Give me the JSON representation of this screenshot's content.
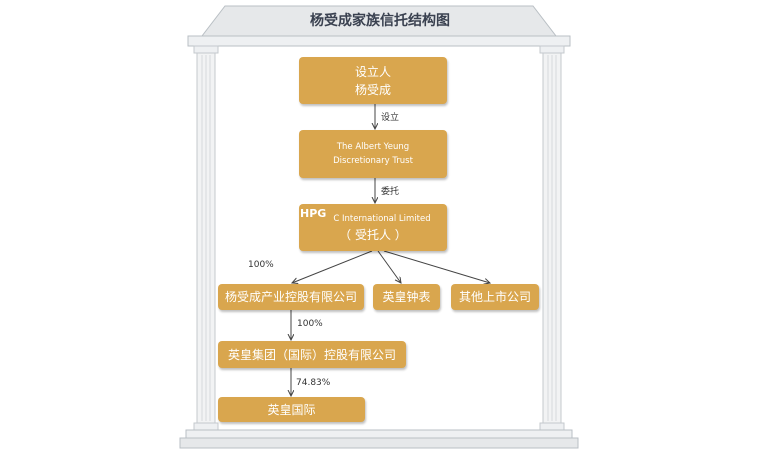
{
  "title": "杨受成家族信托结构图",
  "nodes": {
    "founder": {
      "line1": "设立人",
      "line2": "杨受成"
    },
    "trust": {
      "line1": "The Albert Yeung",
      "line2": "Discretionary Trust"
    },
    "trustee": {
      "logo_text": "HPG",
      "line1": "C International Limited",
      "line2": "（ 受托人 ）"
    },
    "industry_holdings": {
      "label": "杨受成产业控股有限公司"
    },
    "emperor_watch": {
      "label": "英皇钟表"
    },
    "other_listed": {
      "label": "其他上市公司"
    },
    "emperor_group": {
      "label": "英皇集团（国际）控股有限公司"
    },
    "emperor_intl": {
      "label": "英皇国际"
    }
  },
  "edges": {
    "establish": "设立",
    "entrust": "委托",
    "pct_trustee_to_holdings": "100%",
    "pct_holdings_to_group": "100%",
    "pct_group_to_intl": "74.83%"
  },
  "colors": {
    "node_fill": "#d9a64e",
    "frame_fill": "#e6e8ea",
    "frame_stroke": "#b9bfc4",
    "title_text": "#3a4150"
  }
}
